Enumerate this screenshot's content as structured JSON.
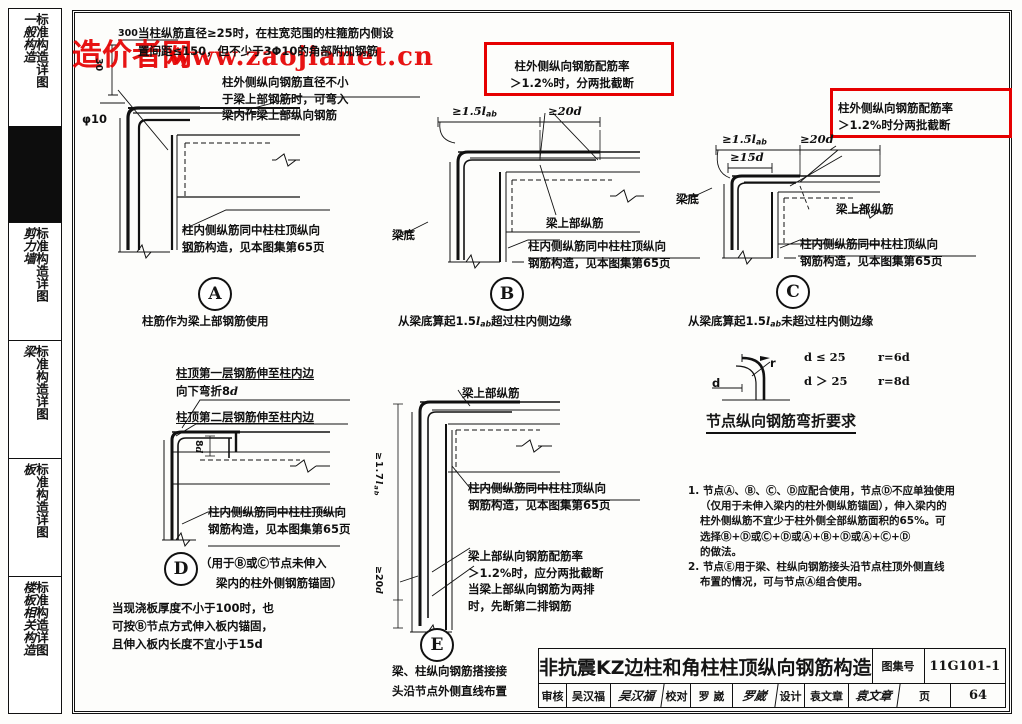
{
  "sidebar": {
    "tabs": [
      {
        "main": "标准构造详图",
        "sub": "一般构造",
        "dark": false
      },
      {
        "main": "",
        "sub": "",
        "dark": true
      },
      {
        "main": "标准构造详图",
        "sub": "剪力墙",
        "dark": false
      },
      {
        "main": "标准构造详图",
        "sub": "梁",
        "dark": false
      },
      {
        "main": "标准构造详图",
        "sub": "板",
        "dark": false
      },
      {
        "main": "标准构造详图",
        "sub": "楼板相关构造",
        "dark": false
      }
    ]
  },
  "watermark": {
    "brand": "造价者网",
    "url": "www.zaojianet.cn"
  },
  "top_note": {
    "line1": "当柱纵筋直径≥25时，在柱宽范围的柱箍筋内侧设",
    "line2": "置间距≤150，但不少于3Φ10的角部附加钢筋"
  },
  "diagrams": [
    {
      "id": "A",
      "letter": "A",
      "caption": "柱筋作为梁上部钢筋使用",
      "labels": {
        "phi": "φ10",
        "dim30": "30",
        "dim300": "300",
        "outer_note": "柱外侧纵向钢筋直径不小\n于梁上部钢筋时，可弯入\n梁内作梁上部纵向钢筋",
        "inner_note": "柱内侧纵筋同中柱柱顶纵向\n钢筋构造，见本图集第65页"
      }
    },
    {
      "id": "B",
      "letter": "B",
      "caption": "从梁底算起1.5lab超过柱内侧边缘",
      "labels": {
        "dim_lab": "≥1.5l",
        "dim_lab_sub": "ab",
        "dim_20d": "≥20d",
        "beam_top": "梁上部纵筋",
        "beam_bottom": "梁底",
        "inner_note": "柱内侧纵筋同中柱柱顶纵向\n钢筋构造，见本图集第65页"
      },
      "redbox_text": "柱外侧纵向钢筋配筋率\n＞1.2%时，分两批截断"
    },
    {
      "id": "C",
      "letter": "C",
      "caption": "从梁底算起1.5lab未超过柱内侧边缘",
      "labels": {
        "dim_lab": "≥1.5l",
        "dim_lab_sub": "ab",
        "dim_20d": "≥20d",
        "dim_15d": "≥15d",
        "beam_top": "梁上部纵筋",
        "beam_bottom": "梁底",
        "inner_note": "柱内侧纵筋同中柱柱顶纵向\n钢筋构造，见本图集第65页"
      },
      "redbox_text": "柱外侧纵向钢筋配筋率\n＞1.2%时分两批截断"
    },
    {
      "id": "D",
      "letter": "D",
      "caption_line1": "（用于Ⓑ或Ⓒ节点未伸入",
      "caption_line2": "梁内的柱外侧钢筋锚固）",
      "labels": {
        "note1": "柱顶第一层钢筋伸至柱内边",
        "note1b": "向下弯折8d",
        "note2": "柱顶第二层钢筋伸至柱内边",
        "dim_8d": "8d",
        "inner_note": "柱内侧纵筋同中柱柱顶纵向\n钢筋构造，见本图集第65页"
      },
      "below_text": "当现浇板厚度不小于100时，也\n可按Ⓑ节点方式伸入板内锚固，\n且伸入板内长度不宜小于15d"
    },
    {
      "id": "E",
      "letter": "E",
      "caption_line1": "梁、柱纵向钢筋搭接接",
      "caption_line2": "头沿节点外侧直线布置",
      "labels": {
        "beam_top": "梁上部纵筋",
        "dim_17lab": "≥1.7l",
        "dim_17lab_sub": "ab",
        "dim_20d": "≥20d",
        "inner_note": "柱内侧纵筋同中柱柱顶纵向\n钢筋构造，见本图集第65页",
        "ratio_note": "梁上部纵向钢筋配筋率\n＞1.2%时，应分两批截断\n当梁上部纵向钢筋为两排\n时，先断第二排钢筋"
      }
    }
  ],
  "bend_requirement": {
    "title": "节点纵向钢筋弯折要求",
    "label_d": "d",
    "label_r": "r",
    "rows": [
      {
        "cond": "d ≤ 25",
        "value": "r=6d"
      },
      {
        "cond": "d ＞ 25",
        "value": "r=8d"
      }
    ]
  },
  "notes": {
    "items": [
      "1. 节点Ⓐ、Ⓑ、Ⓒ、Ⓓ应配合使用，节点Ⓓ不应单独使用",
      "（仅用于未伸入梁内的柱外侧纵筋锚固），伸入梁内的",
      "柱外侧纵筋不宜少于柱外侧全部纵筋面积的65%。可",
      "选择Ⓑ+Ⓓ或Ⓒ+Ⓓ或Ⓐ+Ⓑ+Ⓓ或Ⓐ+Ⓒ+Ⓓ",
      "的做法。",
      "2. 节点Ⓔ用于梁、柱纵向钢筋接头沿节点柱顶外侧直线",
      "布置的情况，可与节点Ⓐ组合使用。"
    ]
  },
  "title_block": {
    "title": "非抗震KZ边柱和角柱柱顶纵向钢筋构造",
    "atlas_label": "图集号",
    "atlas_value": "11G101-1",
    "fields": [
      {
        "label": "审核",
        "name": "吴汉福",
        "sign": "吴汉福"
      },
      {
        "label": "校对",
        "name": "罗  崴",
        "sign": "罗崴"
      },
      {
        "label": "设计",
        "name": "袁文章",
        "sign": "袁文章"
      }
    ],
    "page_label": "页",
    "page_value": "64"
  },
  "colors": {
    "red_highlight": "#e60000",
    "ink": "#111111"
  }
}
